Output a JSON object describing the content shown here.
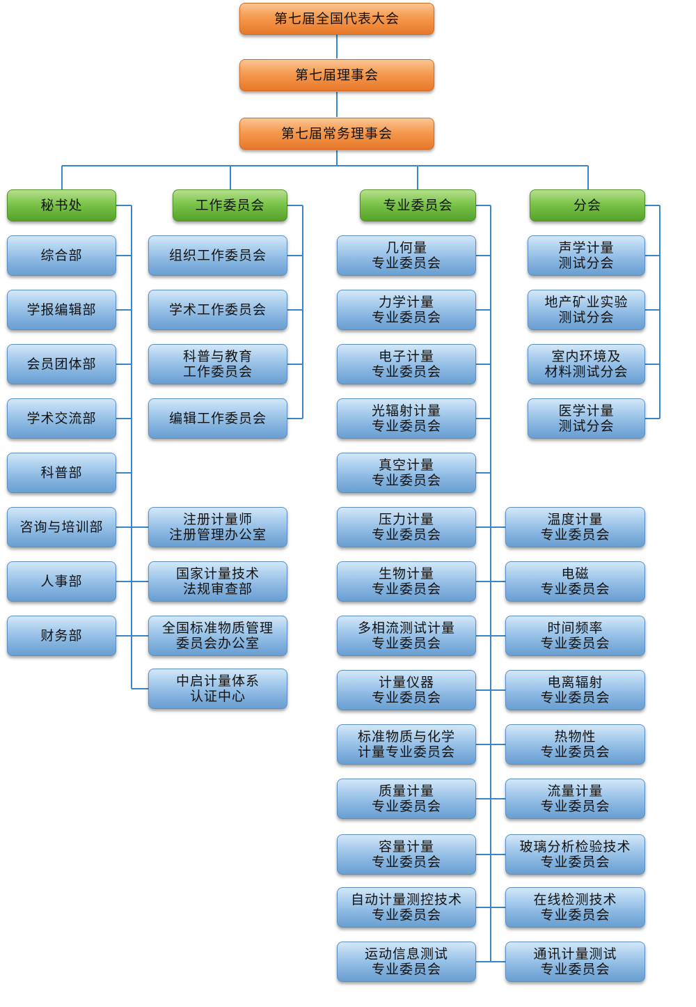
{
  "top": [
    "第七届全国代表大会",
    "第七届理事会",
    "第七届常务理事会"
  ],
  "heads": [
    "秘书处",
    "工作委员会",
    "专业委员会",
    "分会"
  ],
  "secretariat": [
    "综合部",
    "学报编辑部",
    "会员团体部",
    "学术交流部",
    "科普部",
    "咨询与培训部",
    "人事部",
    "财务部"
  ],
  "work_committees": [
    [
      "组织工作委员会"
    ],
    [
      "学术工作委员会"
    ],
    [
      "科普与教育",
      "工作委员会"
    ],
    [
      "编辑工作委员会"
    ]
  ],
  "offices": [
    [
      "注册计量师",
      "注册管理办公室"
    ],
    [
      "国家计量技术",
      "法规审查部"
    ],
    [
      "全国标准物质管理",
      "委员会办公室"
    ],
    [
      "中启计量体系",
      "认证中心"
    ]
  ],
  "professional_left": [
    [
      "几何量",
      "专业委员会"
    ],
    [
      "力学计量",
      "专业委员会"
    ],
    [
      "电子计量",
      "专业委员会"
    ],
    [
      "光辐射计量",
      "专业委员会"
    ],
    [
      "真空计量",
      "专业委员会"
    ],
    [
      "压力计量",
      "专业委员会"
    ],
    [
      "生物计量",
      "专业委员会"
    ],
    [
      "多相流测试计量",
      "专业委员会"
    ],
    [
      "计量仪器",
      "专业委员会"
    ],
    [
      "标准物质与化学",
      "计量专业委员会"
    ],
    [
      "质量计量",
      "专业委员会"
    ],
    [
      "容量计量",
      "专业委员会"
    ],
    [
      "自动计量测控技术",
      "专业委员会"
    ],
    [
      "运动信息测试",
      "专业委员会"
    ]
  ],
  "professional_right": [
    [
      "温度计量",
      "专业委员会"
    ],
    [
      "电磁",
      "专业委员会"
    ],
    [
      "时间频率",
      "专业委员会"
    ],
    [
      "电离辐射",
      "专业委员会"
    ],
    [
      "热物性",
      "专业委员会"
    ],
    [
      "流量计量",
      "专业委员会"
    ],
    [
      "玻璃分析检验技术",
      "专业委员会"
    ],
    [
      "在线检测技术",
      "专业委员会"
    ],
    [
      "通讯计量测试",
      "专业委员会"
    ]
  ],
  "branches": [
    [
      "声学计量",
      "测试分会"
    ],
    [
      "地产矿业实验",
      "测试分会"
    ],
    [
      "室内环境及",
      "材料测试分会"
    ],
    [
      "医学计量",
      "测试分会"
    ]
  ]
}
